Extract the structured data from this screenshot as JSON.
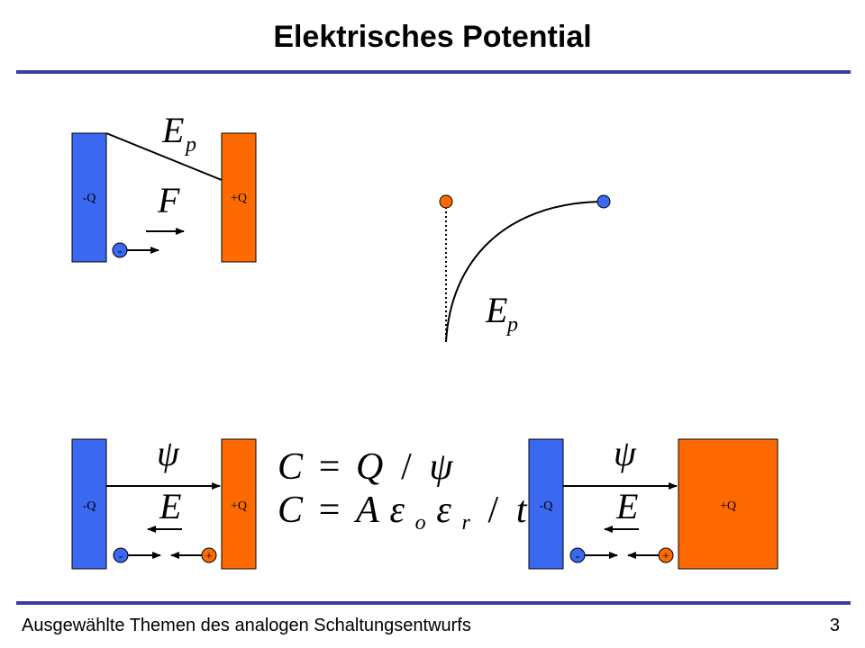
{
  "title": "Elektrisches Potential",
  "footer": {
    "course": "Ausgewählte Themen des analogen Schaltungsentwurfs",
    "page_number": "3"
  },
  "labels": {
    "neg_plate": "-Q",
    "pos_plate": "+Q",
    "charge_minus": "-",
    "charge_plus": "+",
    "symbol_E": "E",
    "subscript_p": "p",
    "symbol_F": "F",
    "symbol_psi": "ψ"
  },
  "equations": {
    "eq1": {
      "lhs": "C",
      "eq": "=",
      "num": "Q",
      "slash": "/",
      "den": "ψ"
    },
    "eq2": {
      "lhs": "C",
      "eq": "=",
      "a": "A",
      "eps1": "ε",
      "sub_o": "o",
      "eps2": "ε",
      "sub_r": "r",
      "slash": "/",
      "t": "t"
    }
  },
  "colors": {
    "negative": "#3a68f0",
    "positive": "#ff6a00",
    "rule": "#3c3ca0"
  }
}
